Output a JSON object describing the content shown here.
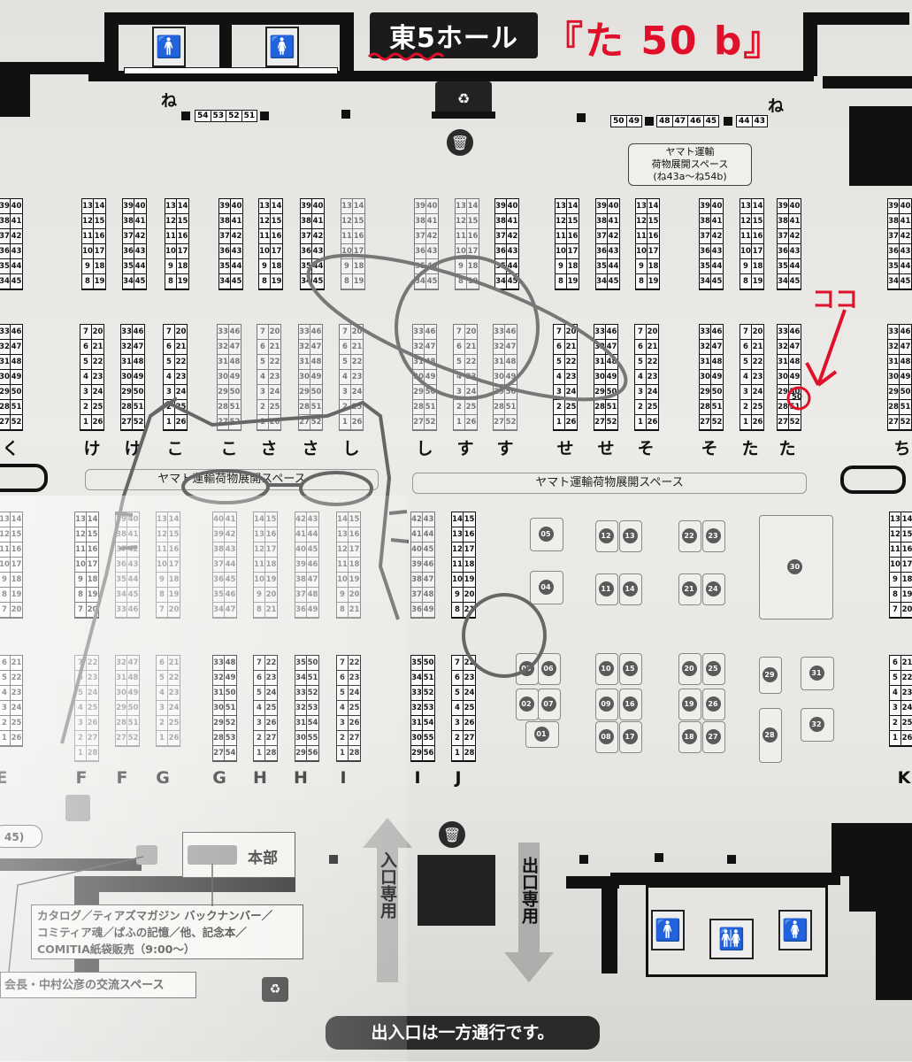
{
  "hall_title": "東5ホール",
  "target_booth": "『た 50 b』",
  "annotation": "ココ",
  "wall_label_left": "ね",
  "wall_label_right": "ね",
  "top_numbers_left": [
    "54",
    "53",
    "52",
    "51"
  ],
  "top_numbers_right_a": [
    "50",
    "49"
  ],
  "top_numbers_right_b": [
    "48",
    "47",
    "46",
    "45"
  ],
  "top_numbers_right_c": [
    "44",
    "43"
  ],
  "yamato_box": [
    "ヤマト運輸",
    "荷物展開スペース",
    "(ね43a〜ね54b)"
  ],
  "band_left": "ヤマト運輸荷物展開スペース",
  "band_right": "ヤマト運輸荷物展開スペース",
  "row_labels_mid": [
    "く",
    "け",
    "け",
    "こ",
    "こ",
    "さ",
    "さ",
    "し",
    "し",
    "す",
    "す",
    "せ",
    "せ",
    "そ",
    "そ",
    "た",
    "た",
    "ち"
  ],
  "row_labels_bottom": [
    "E",
    "F",
    "F",
    "G",
    "G",
    "H",
    "H",
    "I",
    "I",
    "J",
    "K"
  ],
  "islands": [
    "05",
    "04",
    "03",
    "06",
    "02",
    "07",
    "01",
    "12",
    "13",
    "11",
    "14",
    "10",
    "15",
    "09",
    "16",
    "08",
    "17",
    "22",
    "23",
    "21",
    "24",
    "20",
    "25",
    "19",
    "26",
    "18",
    "27",
    "30",
    "29",
    "31",
    "28",
    "32"
  ],
  "entrance_label": "入口専用",
  "exit_label": "出口専用",
  "honbu": "本部",
  "catalog_lines": [
    "カタログ／ティアズマガジン バックナンバー／",
    "コミティア魂／ぱふの記憶／他、記念本／",
    "COMITIA紙袋販売（9:00〜）"
  ],
  "koryu_text": "会長・中村公彦の交流スペース",
  "side_fragment": "45)",
  "notice": "出入口は一方通行です。",
  "highlight_booth": "50",
  "colors": {
    "accent_red": "#e0102a",
    "wall": "#111111",
    "paper": "#e9e8e4"
  }
}
